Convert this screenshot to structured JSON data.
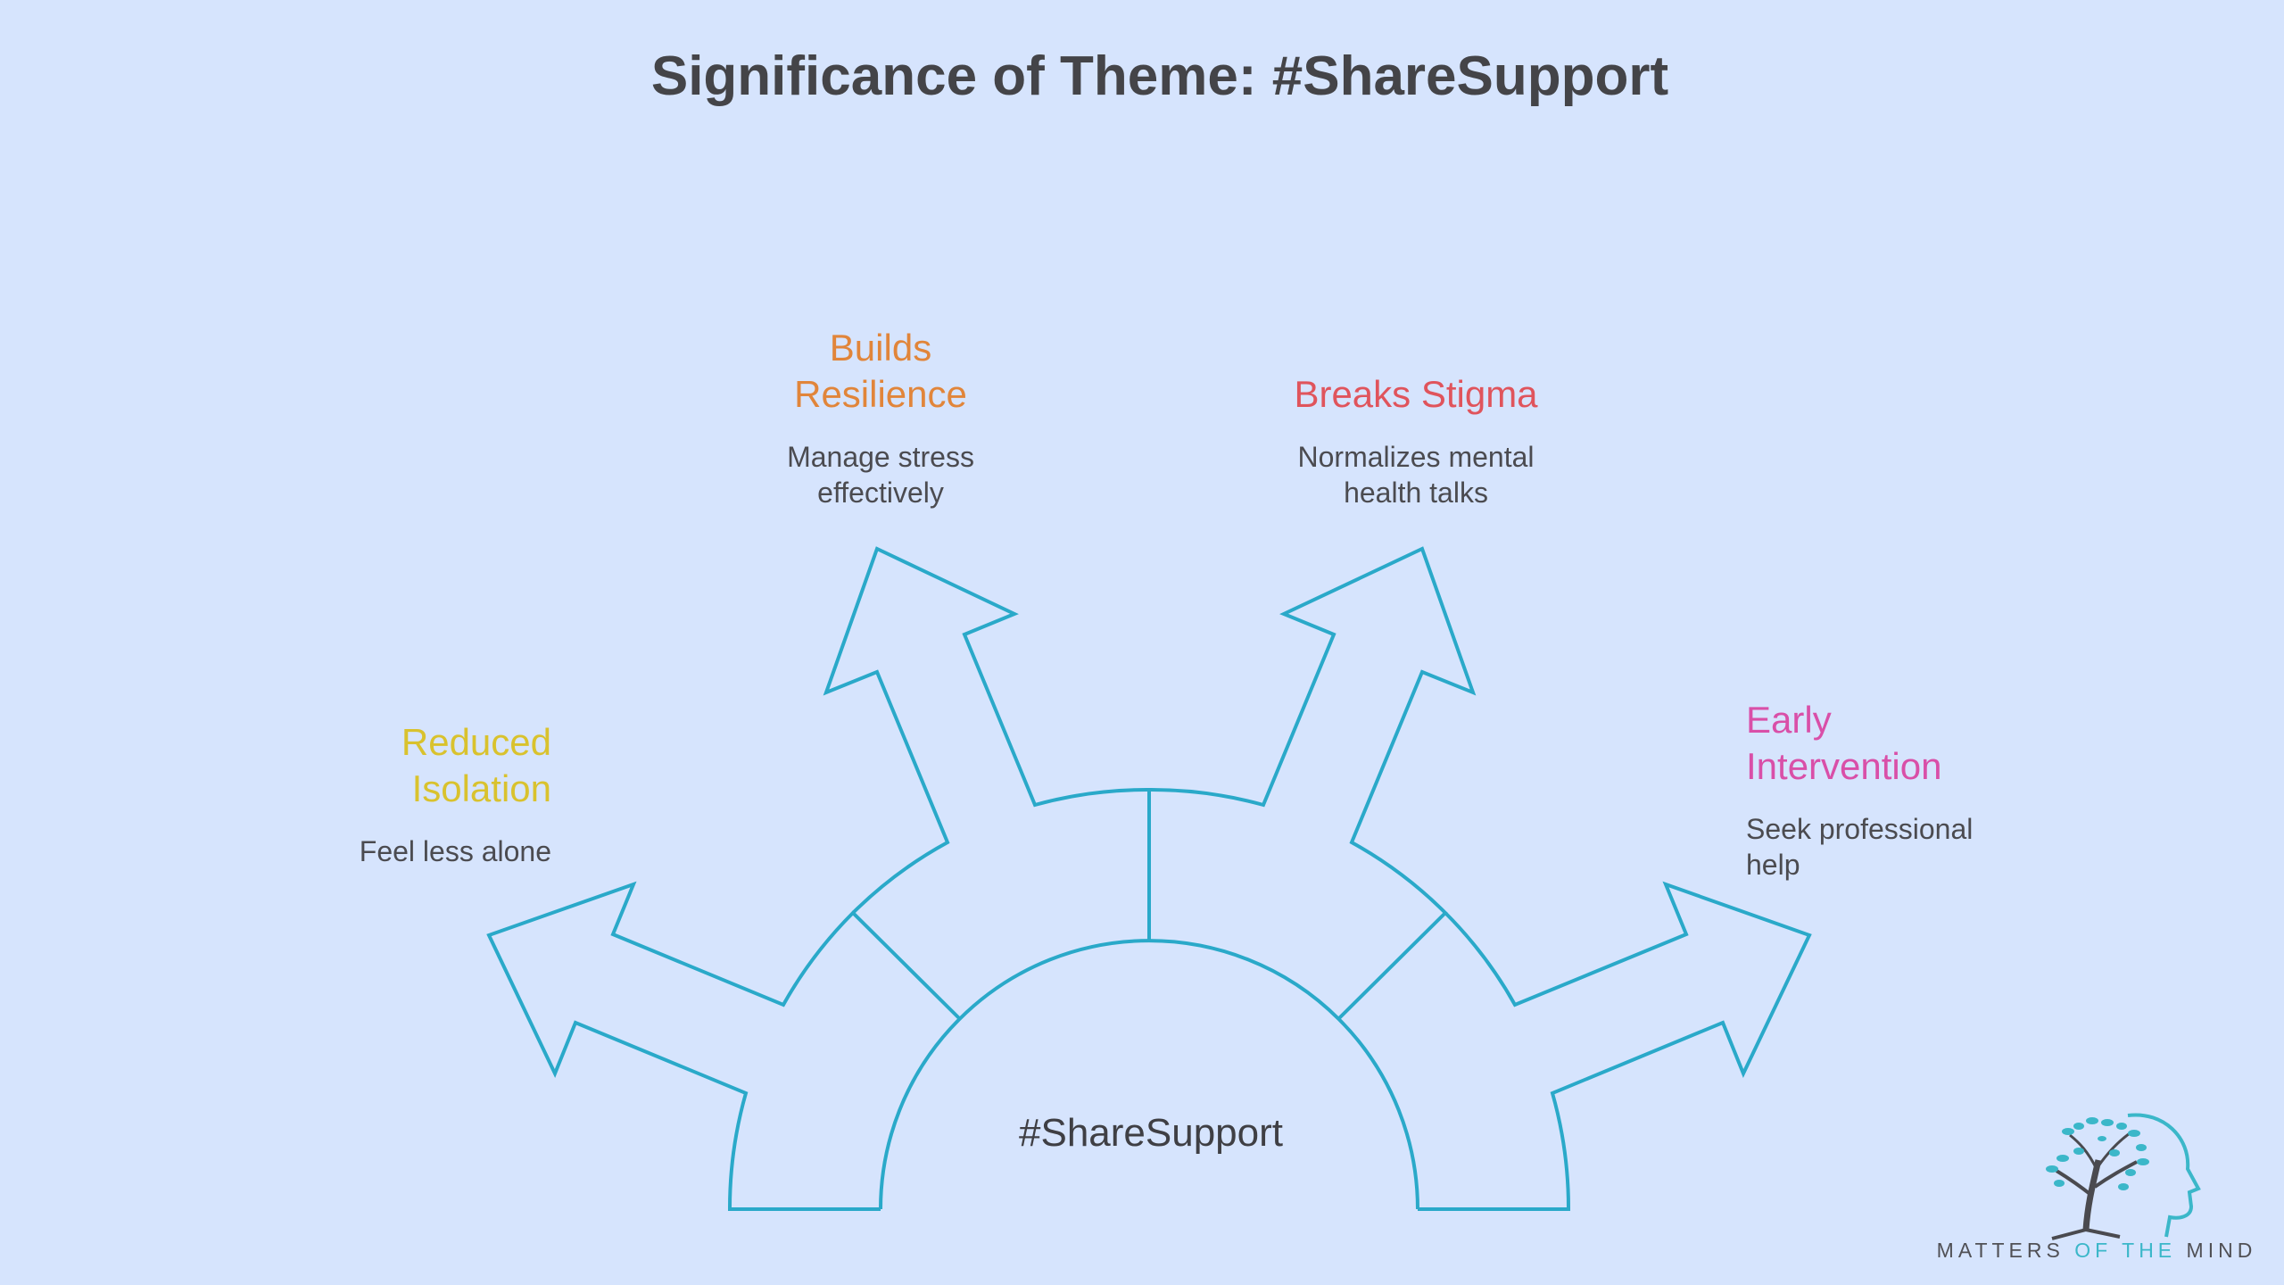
{
  "title": "Significance of Theme: #ShareSupport",
  "center_label": "#ShareSupport",
  "branches": [
    {
      "heading_lines": [
        "Reduced",
        "Isolation"
      ],
      "description_lines": [
        "Feel less alone"
      ],
      "color": "#d9c22e"
    },
    {
      "heading_lines": [
        "Builds",
        "Resilience"
      ],
      "description_lines": [
        "Manage stress",
        "effectively"
      ],
      "color": "#e1853a"
    },
    {
      "heading_lines": [
        "Breaks Stigma"
      ],
      "description_lines": [
        "Normalizes mental",
        "health talks"
      ],
      "color": "#e0545c"
    },
    {
      "heading_lines": [
        "Early",
        "Intervention"
      ],
      "description_lines": [
        "Seek professional",
        "help"
      ],
      "color": "#d94fa8"
    }
  ],
  "logo": {
    "text_parts": [
      "MATTERS ",
      "OF THE",
      " MIND"
    ],
    "accent_color": "#3bb7c9",
    "icon": "tree-head-icon"
  },
  "outline_color": "#2aa9c9"
}
